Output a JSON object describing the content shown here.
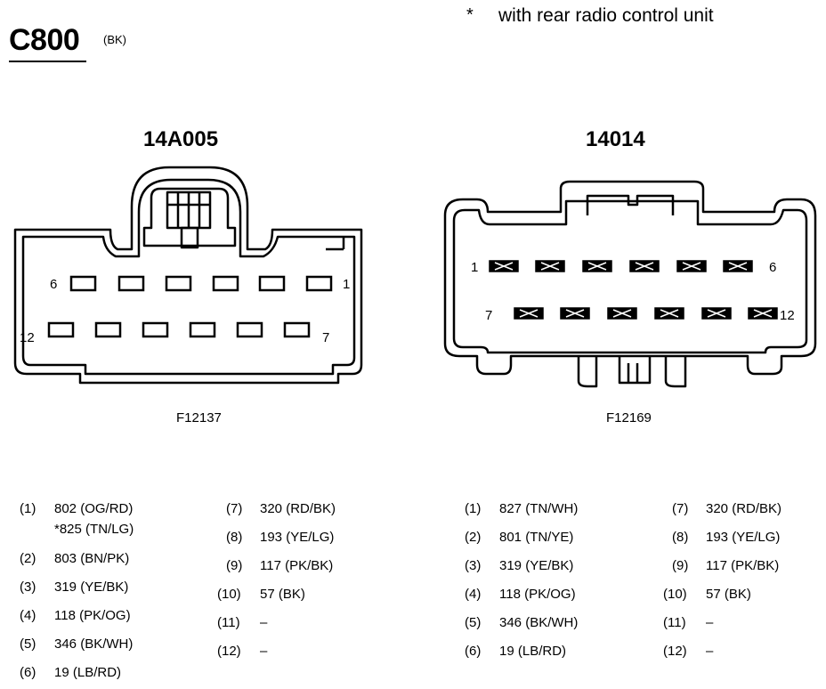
{
  "header": {
    "connector_id": "C800",
    "connector_color": "(BK)",
    "footnote_marker": "*",
    "footnote_text": "with rear radio control unit"
  },
  "left_connector": {
    "part_number": "14A005",
    "figure_code": "F12137",
    "pin_labels": {
      "top_left": "6",
      "top_right": "1",
      "bottom_left": "12",
      "bottom_right": "7"
    },
    "pins": [
      {
        "num": "(1)",
        "wire": "802 (OG/RD)",
        "alt": "*825 (TN/LG)"
      },
      {
        "num": "(2)",
        "wire": "803 (BN/PK)"
      },
      {
        "num": "(3)",
        "wire": "319 (YE/BK)"
      },
      {
        "num": "(4)",
        "wire": "118 (PK/OG)"
      },
      {
        "num": "(5)",
        "wire": "346 (BK/WH)"
      },
      {
        "num": "(6)",
        "wire": "19 (LB/RD)"
      },
      {
        "num": "(7)",
        "wire": "320 (RD/BK)"
      },
      {
        "num": "(8)",
        "wire": "193 (YE/LG)"
      },
      {
        "num": "(9)",
        "wire": "117 (PK/BK)"
      },
      {
        "num": "(10)",
        "wire": "57 (BK)"
      },
      {
        "num": "(11)",
        "wire": "–"
      },
      {
        "num": "(12)",
        "wire": "–"
      }
    ]
  },
  "right_connector": {
    "part_number": "14014",
    "figure_code": "F12169",
    "pin_labels": {
      "top_left": "1",
      "top_right": "6",
      "bottom_left": "7",
      "bottom_right": "12"
    },
    "pins": [
      {
        "num": "(1)",
        "wire": "827 (TN/WH)"
      },
      {
        "num": "(2)",
        "wire": "801 (TN/YE)"
      },
      {
        "num": "(3)",
        "wire": "319 (YE/BK)"
      },
      {
        "num": "(4)",
        "wire": "118 (PK/OG)"
      },
      {
        "num": "(5)",
        "wire": "346 (BK/WH)"
      },
      {
        "num": "(6)",
        "wire": "19 (LB/RD)"
      },
      {
        "num": "(7)",
        "wire": "320 (RD/BK)"
      },
      {
        "num": "(8)",
        "wire": "193 (YE/LG)"
      },
      {
        "num": "(9)",
        "wire": "117 (PK/BK)"
      },
      {
        "num": "(10)",
        "wire": "57 (BK)"
      },
      {
        "num": "(11)",
        "wire": "–"
      },
      {
        "num": "(12)",
        "wire": "–"
      }
    ]
  }
}
